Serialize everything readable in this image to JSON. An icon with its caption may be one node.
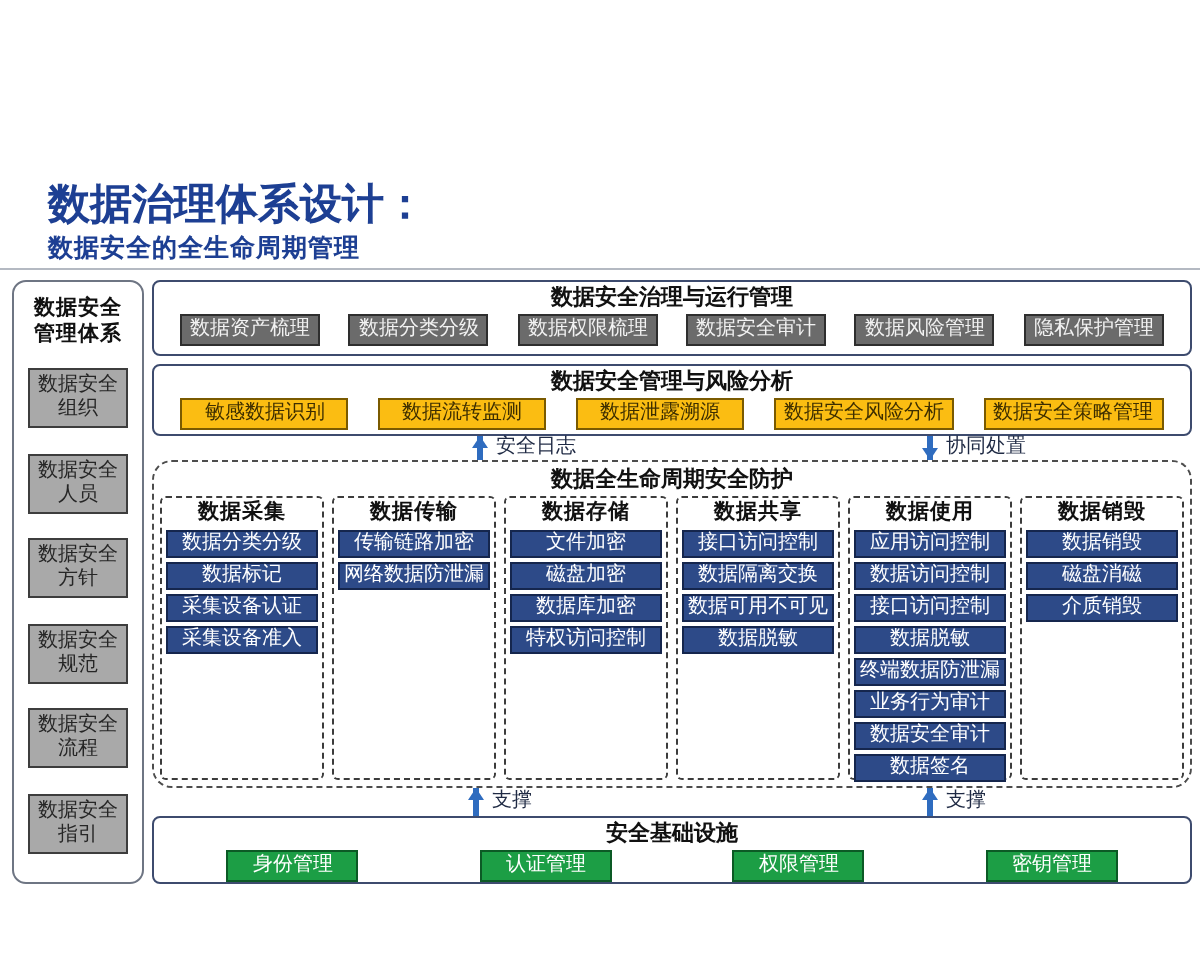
{
  "diagram": {
    "title": "数据治理体系设计：",
    "labels": [
      "数据安全的全生命周期管理"
    ],
    "nodes": [
      {
        "text": [
          "数据安全管理体系"
        ]
      },
      {
        "text": [
          "数据安全组织"
        ],
        "in": 0
      },
      {
        "text": [
          "数据安全人员"
        ],
        "in": 0
      },
      {
        "text": [
          "数据安全方针"
        ],
        "in": 0
      },
      {
        "text": [
          "数据安全规范"
        ],
        "in": 0
      },
      {
        "text": [
          "数据安全流程"
        ],
        "in": 0
      },
      {
        "text": [
          "数据安全指引"
        ],
        "in": 0
      },
      {
        "text": [
          "数据安全治理与运行管理"
        ]
      },
      {
        "text": [
          "数据资产梳理"
        ],
        "in": 7
      },
      {
        "text": [
          "数据分类分级"
        ],
        "in": 7
      },
      {
        "text": [
          "数据权限梳理"
        ],
        "in": 7
      },
      {
        "text": [
          "数据安全审计"
        ],
        "in": 7
      },
      {
        "text": [
          "数据风险管理"
        ],
        "in": 7
      },
      {
        "text": [
          "隐私保护管理"
        ],
        "in": 7
      },
      {
        "text": [
          "数据安全管理与风险分析"
        ]
      },
      {
        "text": [
          "敏感数据识别"
        ],
        "in": 14
      },
      {
        "text": [
          "数据流转监测"
        ],
        "in": 14
      },
      {
        "text": [
          "数据泄露溯源"
        ],
        "in": 14
      },
      {
        "text": [
          "数据安全风险分析"
        ],
        "in": 14
      },
      {
        "text": [
          "数据安全策略管理"
        ],
        "in": 14
      },
      {
        "text": [
          "数据全生命周期安全防护"
        ]
      },
      {
        "text": [
          "数据采集"
        ],
        "in": 20
      },
      {
        "text": [
          "数据分类分级"
        ],
        "in": 21
      },
      {
        "text": [
          "数据标记"
        ],
        "in": 21
      },
      {
        "text": [
          "采集设备认证"
        ],
        "in": 21
      },
      {
        "text": [
          "采集设备准入"
        ],
        "in": 21
      },
      {
        "text": [
          "数据传输"
        ],
        "in": 20
      },
      {
        "text": [
          "传输链路加密"
        ],
        "in": 26
      },
      {
        "text": [
          "网络数据防泄漏"
        ],
        "in": 26
      },
      {
        "text": [
          "数据存储"
        ],
        "in": 20
      },
      {
        "text": [
          "文件加密"
        ],
        "in": 29
      },
      {
        "text": [
          "磁盘加密"
        ],
        "in": 29
      },
      {
        "text": [
          "数据库加密"
        ],
        "in": 29
      },
      {
        "text": [
          "特权访问控制"
        ],
        "in": 29
      },
      {
        "text": [
          "数据共享"
        ],
        "in": 20
      },
      {
        "text": [
          "接口访问控制"
        ],
        "in": 34
      },
      {
        "text": [
          "数据隔离交换"
        ],
        "in": 34
      },
      {
        "text": [
          "数据可用不可见"
        ],
        "in": 34
      },
      {
        "text": [
          "数据脱敏"
        ],
        "in": 34
      },
      {
        "text": [
          "数据使用"
        ],
        "in": 20
      },
      {
        "text": [
          "应用访问控制"
        ],
        "in": 39
      },
      {
        "text": [
          "数据访问控制"
        ],
        "in": 39
      },
      {
        "text": [
          "接口访问控制"
        ],
        "in": 39
      },
      {
        "text": [
          "数据脱敏"
        ],
        "in": 39
      },
      {
        "text": [
          "终端数据防泄漏"
        ],
        "in": 39
      },
      {
        "text": [
          "业务行为审计"
        ],
        "in": 39
      },
      {
        "text": [
          "数据安全审计"
        ],
        "in": 39
      },
      {
        "text": [
          "数据签名"
        ],
        "in": 39
      },
      {
        "text": [
          "数据销毁"
        ],
        "in": 20
      },
      {
        "text": [
          "数据销毁"
        ],
        "in": 48
      },
      {
        "text": [
          "磁盘消磁"
        ],
        "in": 48
      },
      {
        "text": [
          "介质销毁"
        ],
        "in": 48
      },
      {
        "text": [
          "安全基础设施"
        ]
      },
      {
        "text": [
          "身份管理"
        ],
        "in": 52
      },
      {
        "text": [
          "认证管理"
        ],
        "in": 52
      },
      {
        "text": [
          "权限管理"
        ],
        "in": 52
      },
      {
        "text": [
          "密钥管理"
        ],
        "in": 52
      }
    ],
    "edges": [
      {
        "from": 20,
        "to": 14,
        "arrow": "to",
        "label": "安全日志"
      },
      {
        "from": 14,
        "to": 20,
        "arrow": "to",
        "label": "协同处置"
      },
      {
        "from": 52,
        "to": 20,
        "arrow": "to",
        "label": "支撑"
      },
      {
        "from": 52,
        "to": 20,
        "arrow": "to",
        "label": "支撑"
      }
    ]
  }
}
